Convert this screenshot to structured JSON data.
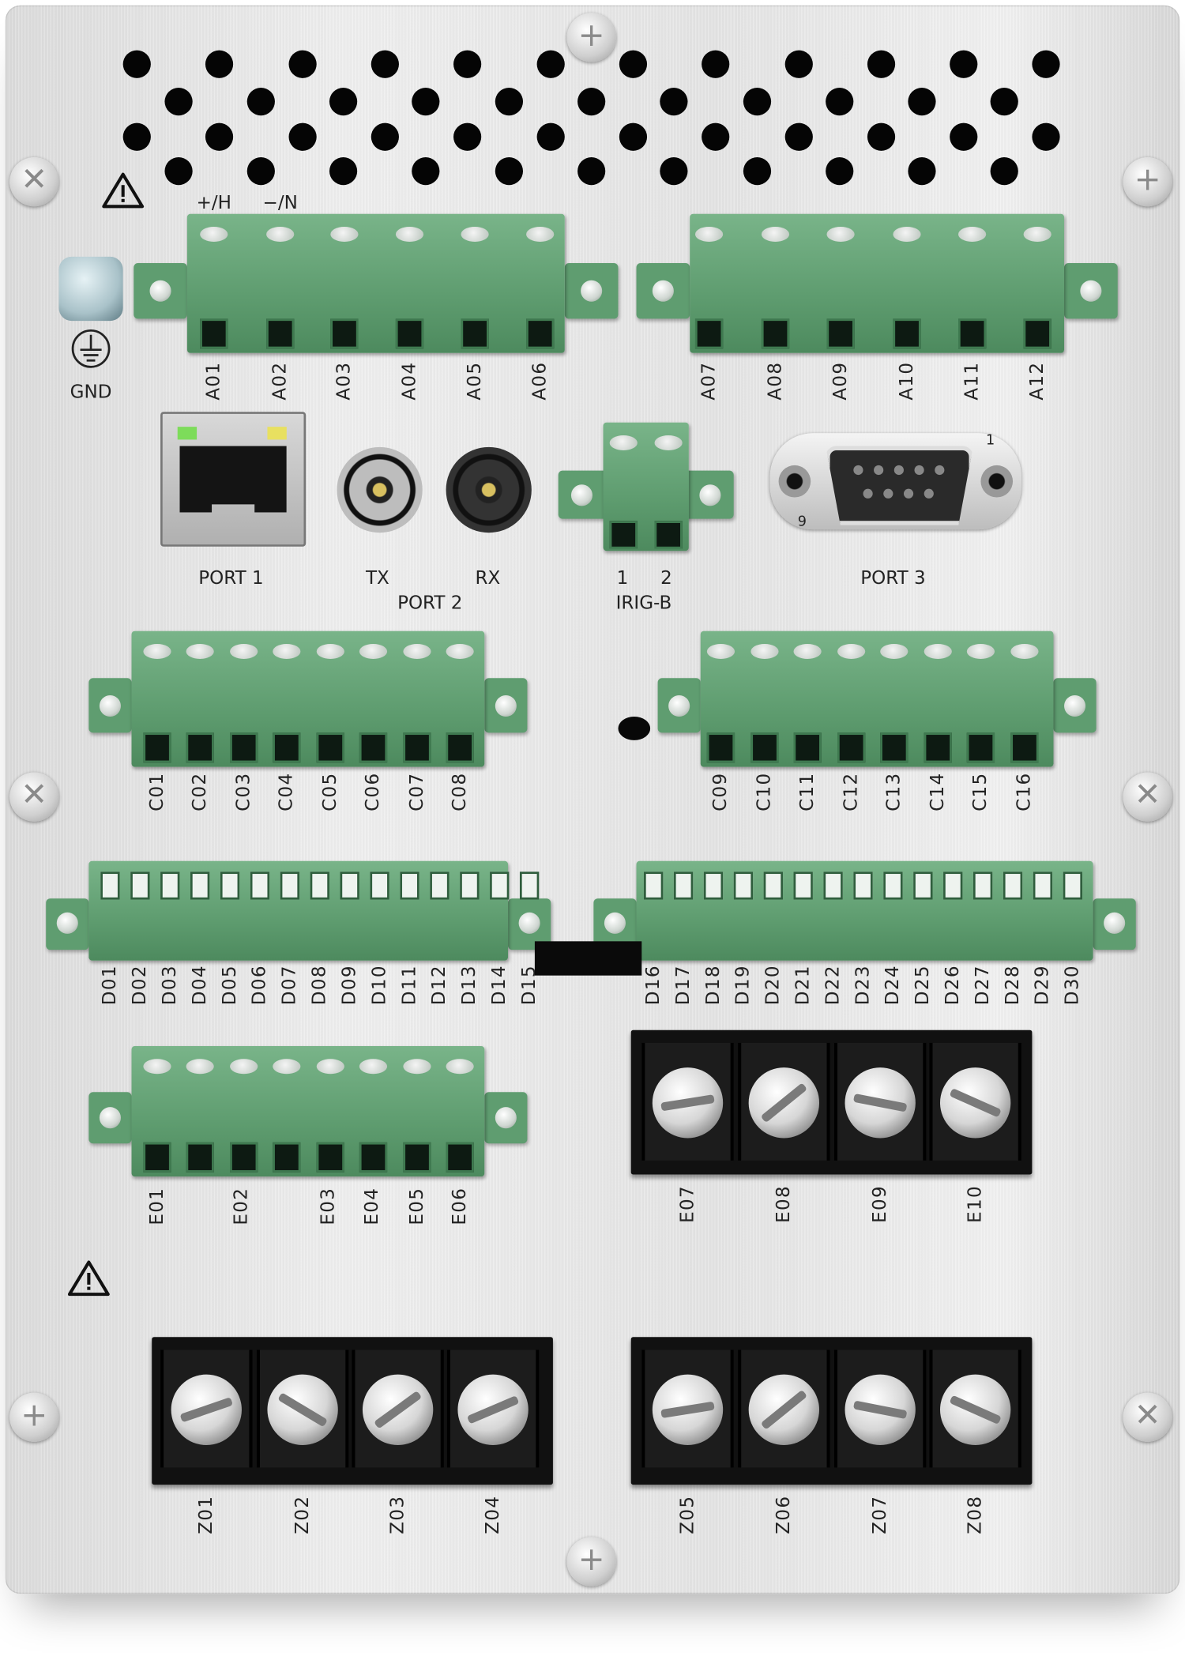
{
  "power_labels": {
    "plus": "+/H",
    "minus": "−/N"
  },
  "ground": {
    "label": "GND",
    "icon": "ground-icon"
  },
  "terminals_a1": [
    "A01",
    "A02",
    "A03",
    "A04",
    "A05",
    "A06"
  ],
  "terminals_a2": [
    "A07",
    "A08",
    "A09",
    "A10",
    "A11",
    "A12"
  ],
  "ports": {
    "port1": "PORT 1",
    "port2": "PORT 2",
    "tx": "TX",
    "rx": "RX",
    "irig": "IRIG-B",
    "irig_pin1": "1",
    "irig_pin2": "2",
    "port3": "PORT 3",
    "db9_pin1": "1",
    "db9_pin9": "9"
  },
  "terminals_c1": [
    "C01",
    "C02",
    "C03",
    "C04",
    "C05",
    "C06",
    "C07",
    "C08"
  ],
  "terminals_c2": [
    "C09",
    "C10",
    "C11",
    "C12",
    "C13",
    "C14",
    "C15",
    "C16"
  ],
  "terminals_d1": [
    "D01",
    "D02",
    "D03",
    "D04",
    "D05",
    "D06",
    "D07",
    "D08",
    "D09",
    "D10",
    "D11",
    "D12",
    "D13",
    "D14",
    "D15"
  ],
  "terminals_d2": [
    "D16",
    "D17",
    "D18",
    "D19",
    "D20",
    "D21",
    "D22",
    "D23",
    "D24",
    "D25",
    "D26",
    "D27",
    "D28",
    "D29",
    "D30"
  ],
  "terminals_e1": [
    "E01",
    "E02",
    "E03",
    "E04",
    "E05",
    "E06"
  ],
  "terminals_e2": [
    "E07",
    "E08",
    "E09",
    "E10"
  ],
  "terminals_z1": [
    "Z01",
    "Z02",
    "Z03",
    "Z04"
  ],
  "terminals_z2": [
    "Z05",
    "Z06",
    "Z07",
    "Z08"
  ],
  "colors": {
    "terminal_green": "#5e9c6f",
    "led_green": "#7ddc5a",
    "led_yellow": "#e8e060"
  }
}
